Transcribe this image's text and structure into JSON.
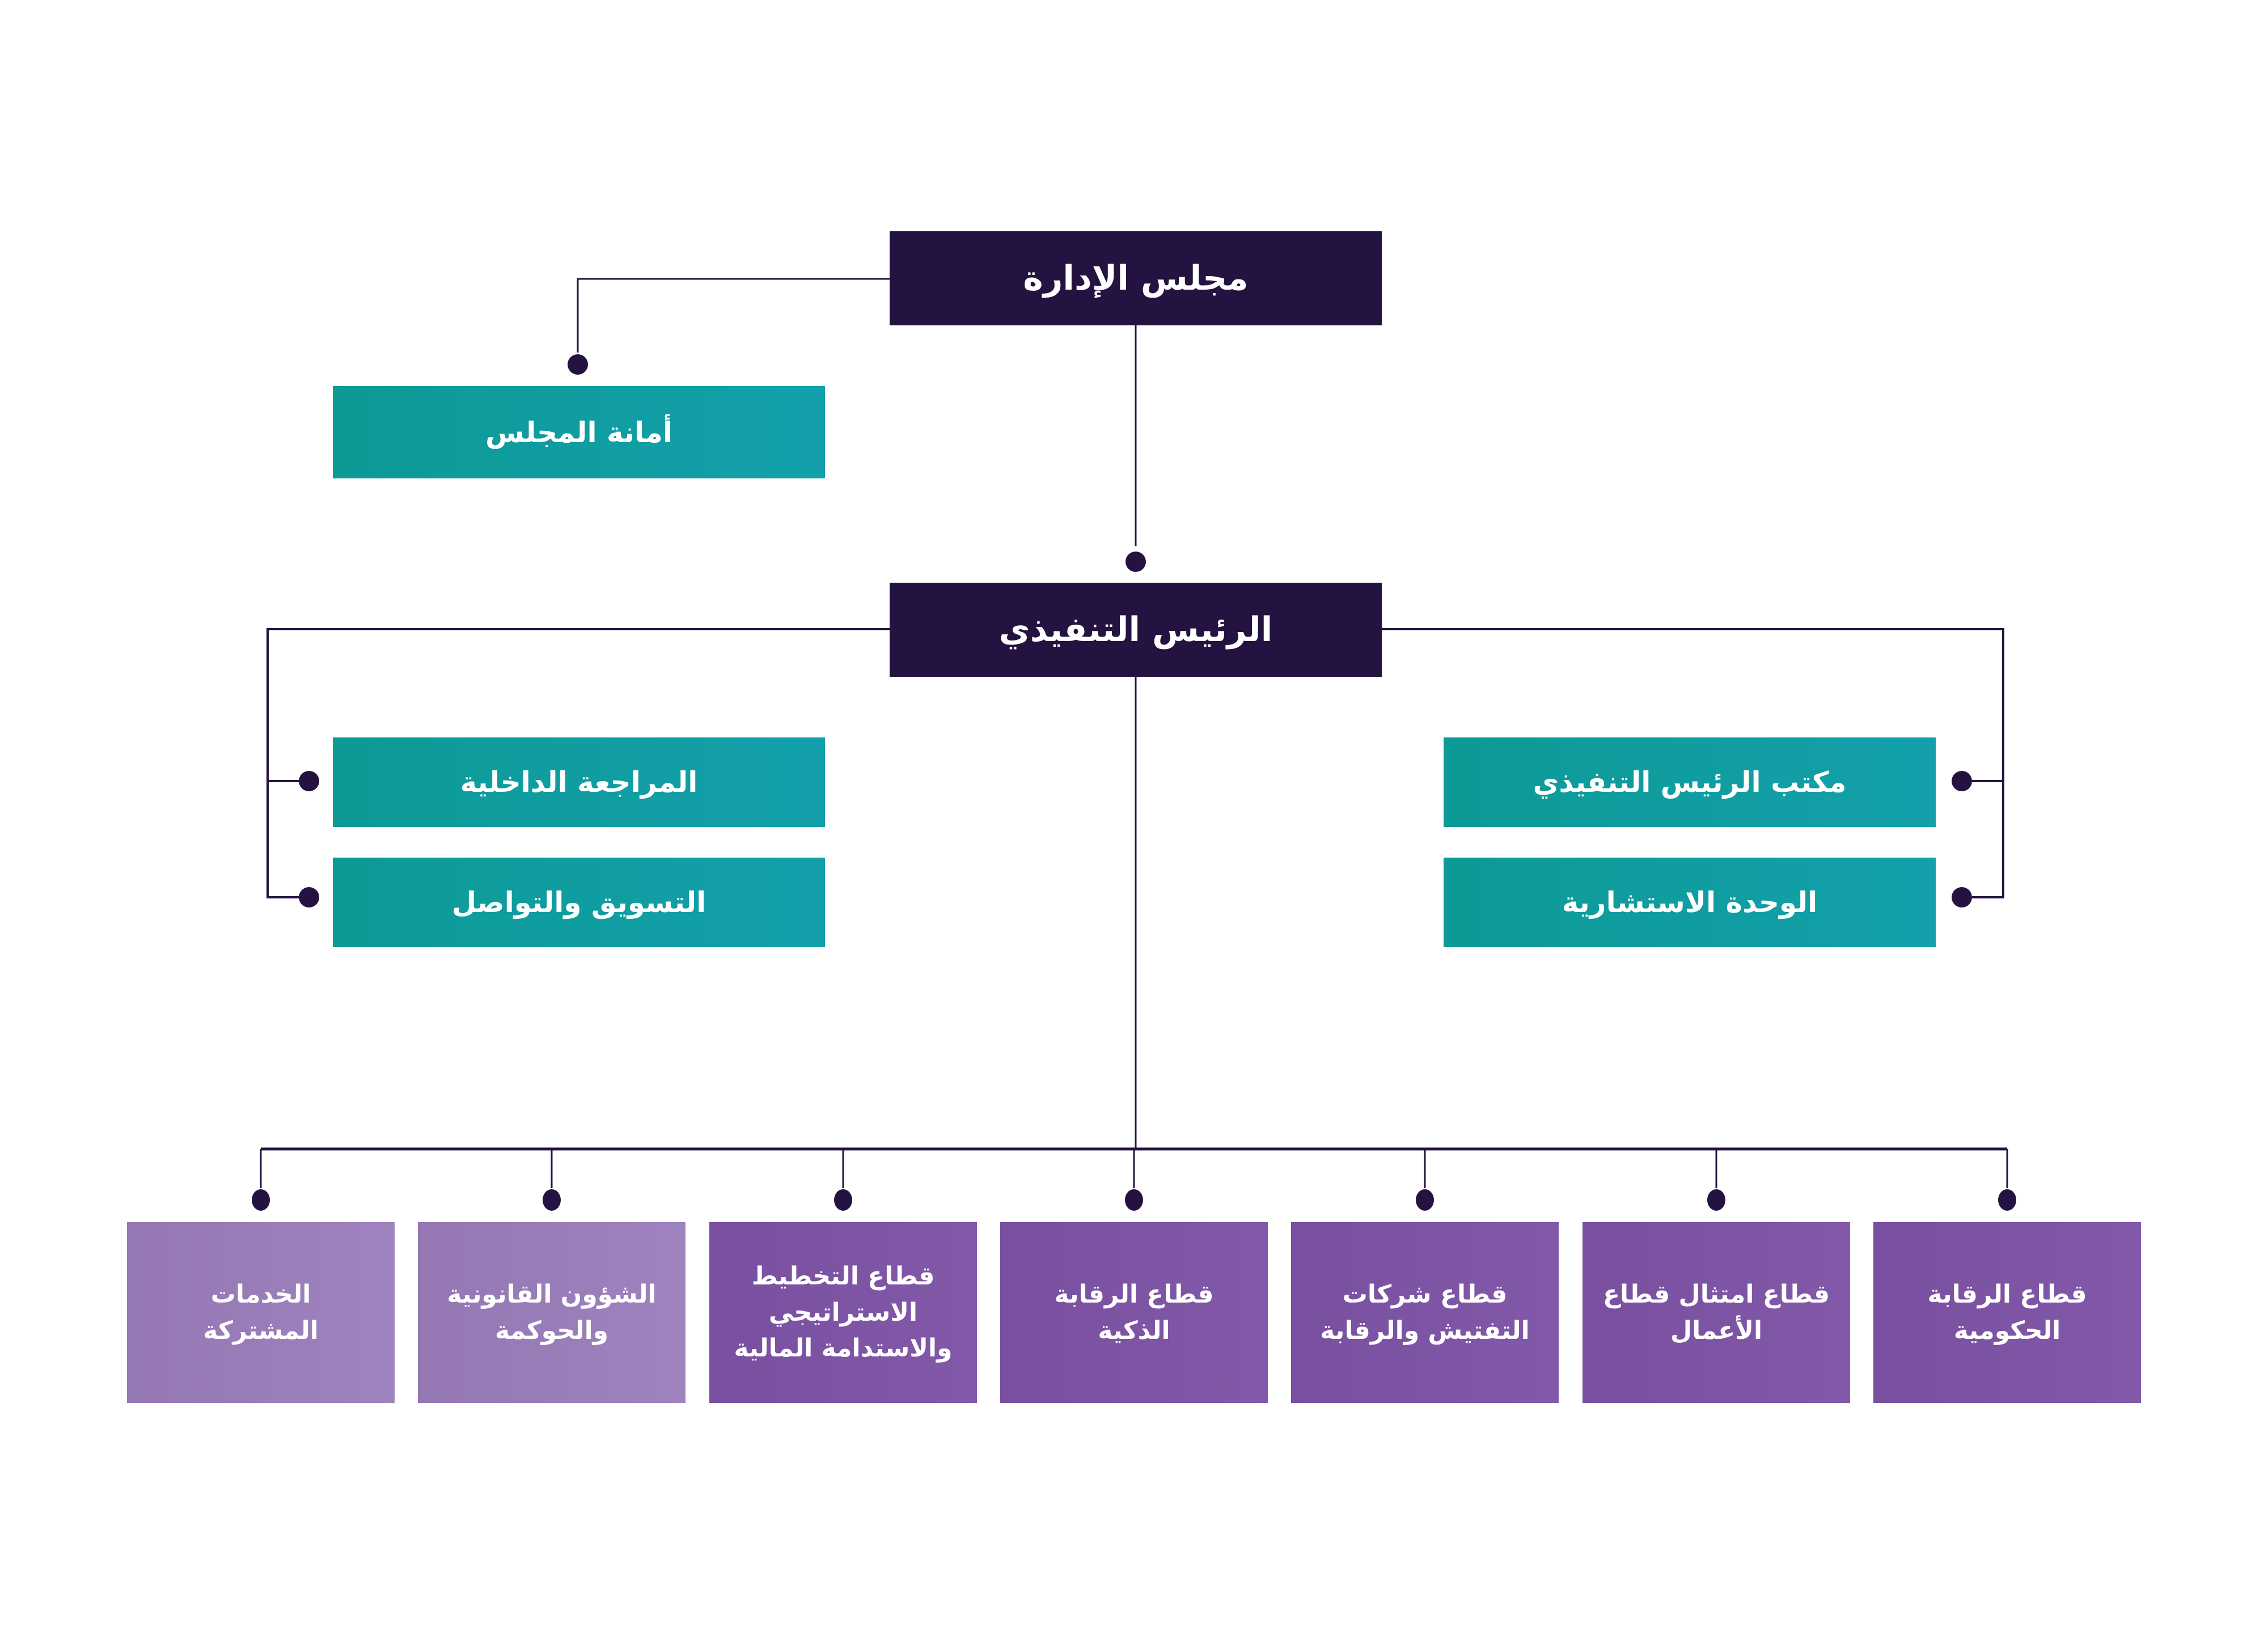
{
  "theme": {
    "navy": "#241341",
    "teal_start": "#0c9a96",
    "teal_end": "#13a0ab",
    "purple_light_start": "#9477b3",
    "purple_light_end": "#9e83bf",
    "purple_start": "#794fa0",
    "purple_end": "#8259a8",
    "connector": "#241341",
    "text": "#ffffff"
  },
  "org": {
    "board": {
      "label": "مجلس الإدارة"
    },
    "board_secretariat": {
      "label": "أمانة المجلس"
    },
    "ceo": {
      "label": "الرئيس التنفيذي"
    },
    "ceo_left_units": [
      {
        "label": "المراجعة الداخلية"
      },
      {
        "label": "التسويق والتواصل"
      }
    ],
    "ceo_right_units": [
      {
        "label": "مكتب الرئيس التنفيذي"
      },
      {
        "label": "الوحدة الاستشارية"
      }
    ],
    "sectors": [
      {
        "label": "الخدمات\nالمشتركة",
        "tone": "light"
      },
      {
        "label": "الشؤون القانونية\nوالحوكمة",
        "tone": "light"
      },
      {
        "label": "قطاع التخطيط\nالاستراتيجي\nوالاستدامة المالية",
        "tone": "dark"
      },
      {
        "label": "قطاع الرقابة\nالذكية",
        "tone": "dark"
      },
      {
        "label": "قطاع شركات\nالتفتيش والرقابة",
        "tone": "dark"
      },
      {
        "label": "قطاع امتثال قطاع\nالأعمال",
        "tone": "dark"
      },
      {
        "label": "قطاع الرقابة\nالحكومية",
        "tone": "dark"
      }
    ]
  }
}
